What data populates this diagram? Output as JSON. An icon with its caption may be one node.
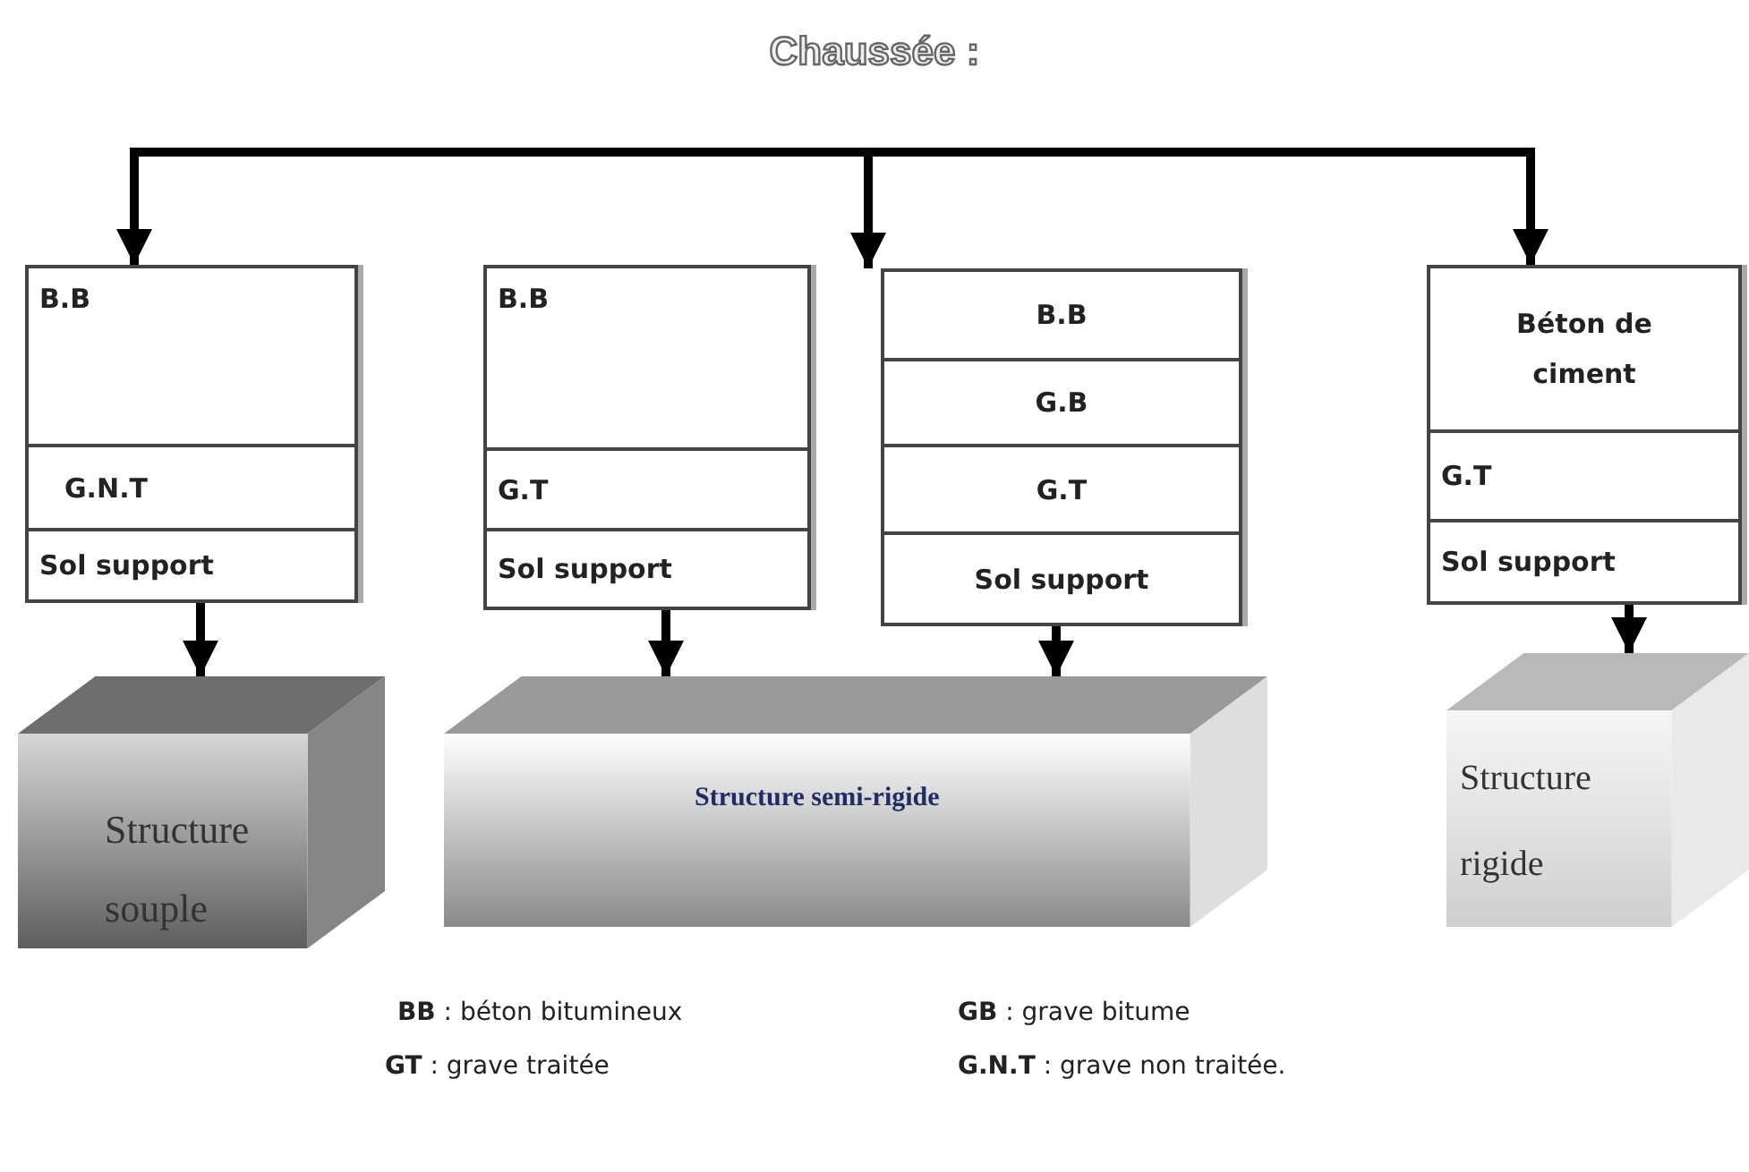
{
  "diagram": {
    "title": "Chaussée :",
    "nodes": [
      {
        "text": [],
        "shape": "box"
      },
      {
        "text": [
          "B.B"
        ],
        "in": 0
      },
      {
        "text": [
          "G.N.T"
        ],
        "in": 0
      },
      {
        "text": [
          "Sol support"
        ],
        "in": 0
      },
      {
        "text": [],
        "shape": "box"
      },
      {
        "text": [
          "B.B"
        ],
        "in": 4
      },
      {
        "text": [
          "G.T"
        ],
        "in": 4
      },
      {
        "text": [
          "Sol support"
        ],
        "in": 4
      },
      {
        "text": [],
        "shape": "box"
      },
      {
        "text": [
          "B.B"
        ],
        "in": 8
      },
      {
        "text": [
          "G.B"
        ],
        "in": 8
      },
      {
        "text": [
          "G.T"
        ],
        "in": 8
      },
      {
        "text": [
          "Sol support"
        ],
        "in": 8
      },
      {
        "text": [],
        "shape": "box"
      },
      {
        "text": [
          "Béton de ciment"
        ],
        "in": 13
      },
      {
        "text": [
          "G.T"
        ],
        "in": 13
      },
      {
        "text": [
          "Sol support"
        ],
        "in": 13
      },
      {
        "text": [
          "Structure souple"
        ]
      },
      {
        "text": [
          "Structure semi-rigide"
        ]
      },
      {
        "text": [
          "Structure rigide"
        ]
      }
    ],
    "edges": [
      {
        "from": null,
        "to": 0,
        "arrow": "to"
      },
      {
        "from": null,
        "to": 8,
        "arrow": "to"
      },
      {
        "from": null,
        "to": 13,
        "arrow": "to"
      },
      {
        "from": 0,
        "to": 17,
        "arrow": "to"
      },
      {
        "from": 4,
        "to": 18,
        "arrow": "to"
      },
      {
        "from": 8,
        "to": 18,
        "arrow": "to"
      },
      {
        "from": 13,
        "to": 19,
        "arrow": "to"
      }
    ],
    "labels": [
      "**BB** : béton bitumineux",
      "**GB** : grave bitume",
      "**GT** : grave traitée",
      "**G.N.T** : grave non traitée."
    ]
  }
}
